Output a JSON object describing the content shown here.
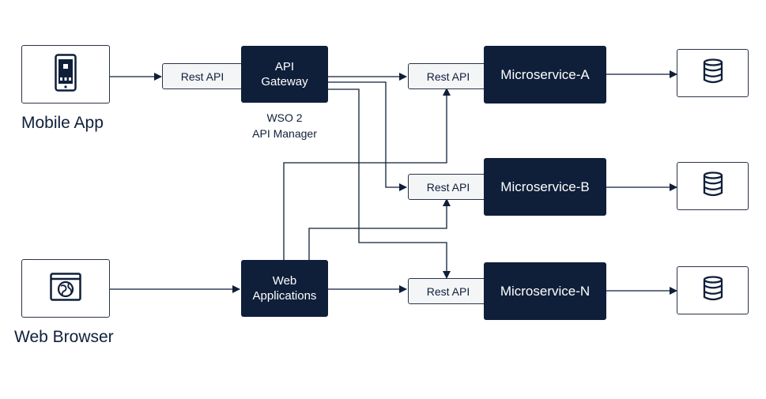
{
  "clients": {
    "mobile_label": "Mobile App",
    "browser_label": "Web Browser",
    "mobile_icon": "mobile-phone-icon",
    "browser_icon": "web-browser-icon"
  },
  "gateway": {
    "line1": "API",
    "line2": "Gateway",
    "caption_line1": "WSO 2",
    "caption_line2": "API Manager",
    "rest_label": "Rest API"
  },
  "web_apps": {
    "line1": "Web",
    "line2": "Applications"
  },
  "services": [
    {
      "name": "Microservice-A",
      "rest_label": "Rest API",
      "db_icon": "database-icon"
    },
    {
      "name": "Microservice-B",
      "rest_label": "Rest API",
      "db_icon": "database-icon"
    },
    {
      "name": "Microservice-N",
      "rest_label": "Rest API",
      "db_icon": "database-icon"
    }
  ],
  "colors": {
    "dark_node": "#0f1f3a",
    "line": "#0f1f3a",
    "rest_bg": "#f4f5f7"
  }
}
